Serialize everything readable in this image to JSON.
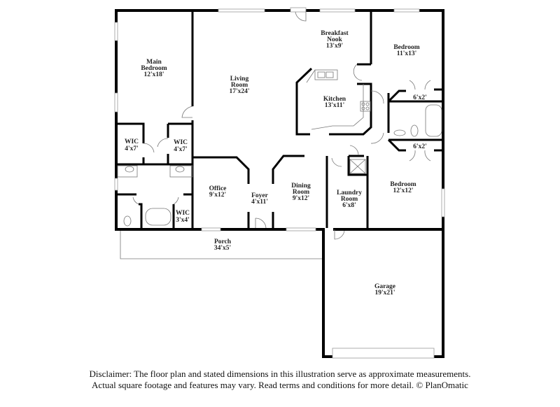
{
  "rooms": {
    "main_bedroom": {
      "name1": "Main",
      "name2": "Bedroom",
      "dim": "12'x18'"
    },
    "living_room": {
      "name1": "Living",
      "name2": "Room",
      "dim": "17'x24'"
    },
    "breakfast_nook": {
      "name1": "Breakfast",
      "name2": "Nook",
      "dim": "13'x9'"
    },
    "bedroom_ne": {
      "name": "Bedroom",
      "dim": "11'x13'"
    },
    "kitchen": {
      "name": "Kitchen",
      "dim": "13'x11'"
    },
    "closet_a": {
      "dim": "6'x2'"
    },
    "closet_b": {
      "dim": "6'x2'"
    },
    "wic_1": {
      "name": "WIC",
      "dim": "4'x7'"
    },
    "wic_2": {
      "name": "WIC",
      "dim": "4'x7'"
    },
    "wic_3": {
      "name": "WIC",
      "dim": "3'x4'"
    },
    "office": {
      "name": "Office",
      "dim": "9'x12'"
    },
    "foyer": {
      "name": "Foyer",
      "dim": "4'x11'"
    },
    "dining_room": {
      "name1": "Dining",
      "name2": "Room",
      "dim": "9'x12'"
    },
    "laundry_room": {
      "name1": "Laundry",
      "name2": "Room",
      "dim": "6'x8'"
    },
    "bedroom_se": {
      "name": "Bedroom",
      "dim": "12'x12'"
    },
    "porch": {
      "name": "Porch",
      "dim": "34'x5'"
    },
    "garage": {
      "name": "Garage",
      "dim": "19'x21'"
    }
  },
  "disclaimer": {
    "line1": "Disclaimer: The floor plan and stated dimensions in this illustration serve as approximate measurements.",
    "line2": "Actual square footage and features may vary. Read terms and conditions for more detail. © PlanOmatic"
  }
}
